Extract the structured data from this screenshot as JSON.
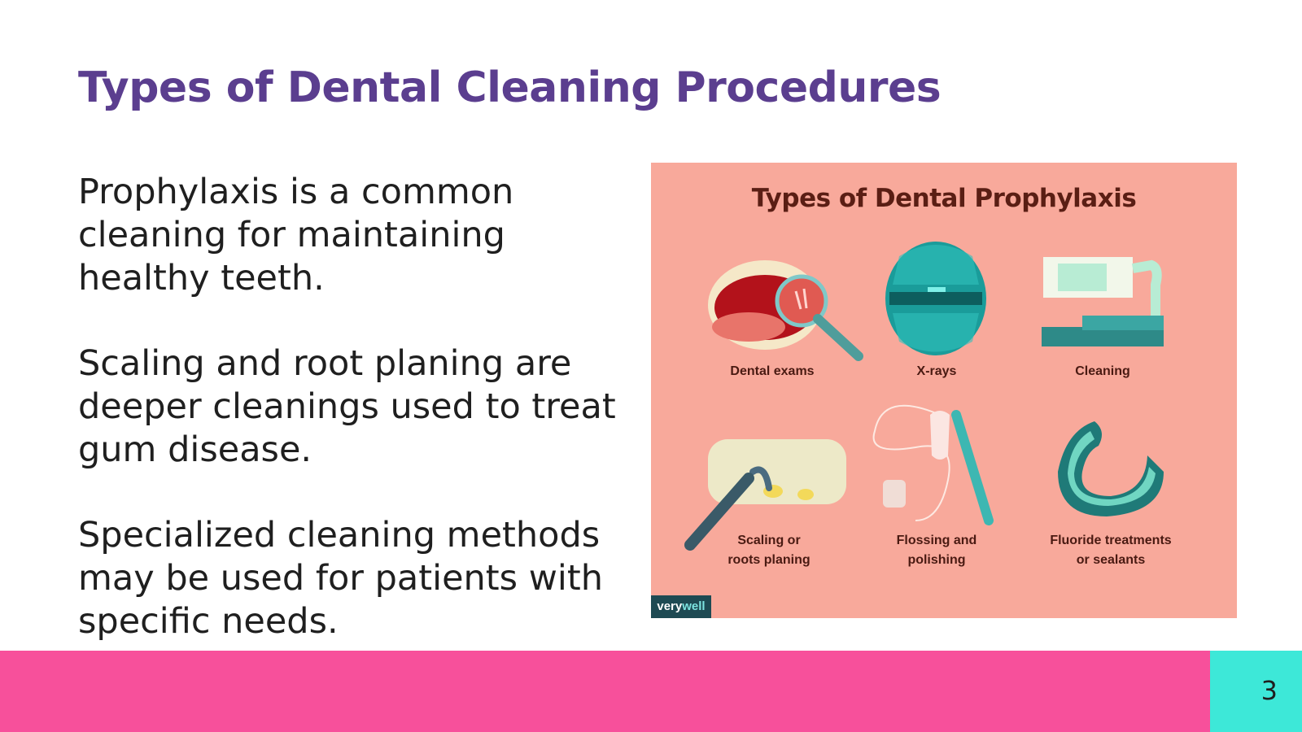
{
  "slide": {
    "title": "Types of Dental Cleaning Procedures",
    "paragraphs": [
      "Prophylaxis is a common cleaning for maintaining healthy teeth.",
      "Scaling and root planing are deeper cleanings used to treat gum disease.",
      "Specialized cleaning methods may be used for patients with specific needs."
    ],
    "page_number": "3"
  },
  "infographic": {
    "title": "Types of Dental Prophylaxis",
    "items": [
      {
        "label_line1": "Dental exams",
        "label_line2": "",
        "icon": "magnifier-mouth-icon"
      },
      {
        "label_line1": "X-rays",
        "label_line2": "",
        "icon": "xray-teeth-icon"
      },
      {
        "label_line1": "Cleaning",
        "label_line2": "",
        "icon": "toothpaste-brush-icon"
      },
      {
        "label_line1": "Scaling or",
        "label_line2": "roots planing",
        "icon": "scaler-teeth-icon"
      },
      {
        "label_line1": "Flossing and",
        "label_line2": "polishing",
        "icon": "floss-tooth-icon"
      },
      {
        "label_line1": "Fluoride treatments",
        "label_line2": "or sealants",
        "icon": "mouthguard-icon"
      }
    ],
    "logo_part1": "very",
    "logo_part2": "well",
    "background_color": "#f8a99b"
  },
  "colors": {
    "title": "#5b3e8f",
    "footer_bar": "#f7509b",
    "page_box": "#3de8d8"
  }
}
